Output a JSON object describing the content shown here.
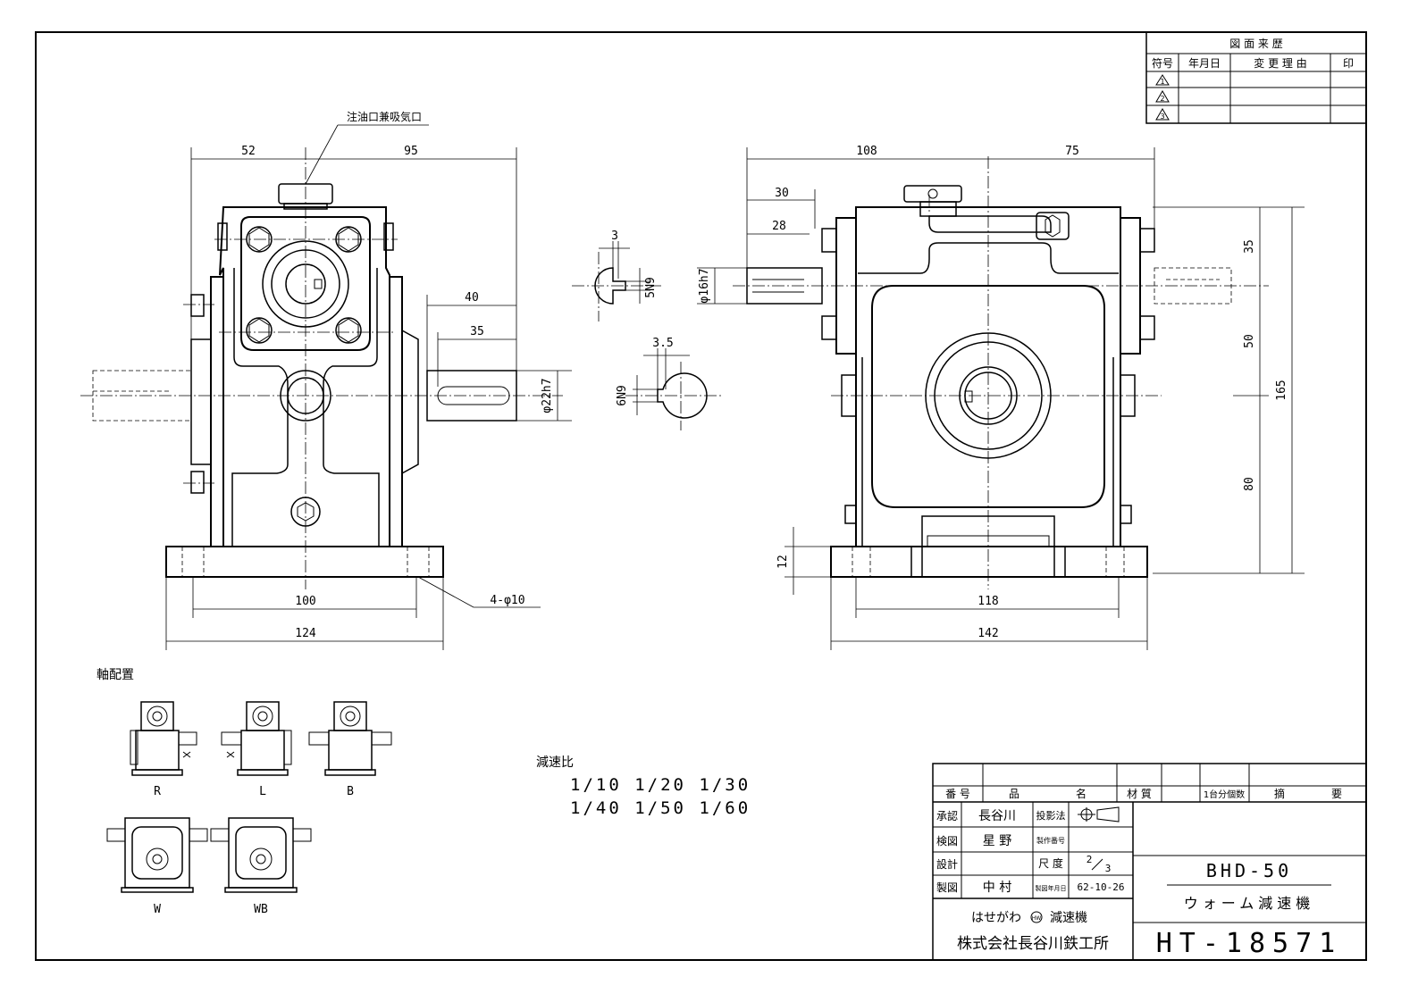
{
  "revision_table": {
    "title": "図 面 来 歴",
    "headers": [
      "符号",
      "年月日",
      "変 更 理 由",
      "印"
    ],
    "marks": [
      "1",
      "2",
      "3"
    ]
  },
  "front_view": {
    "dims": {
      "top_left": "52",
      "top_right": "95",
      "shaft_40": "40",
      "shaft_35": "35",
      "shaft_dia": "φ22h7",
      "base_inner": "100",
      "base_outer": "124",
      "holes": "4-φ10"
    },
    "note_oil": "注油口兼吸気口"
  },
  "side_view": {
    "dims": {
      "top_left": "108",
      "top_right": "75",
      "d30": "30",
      "d28": "28",
      "shaft_dia": "φ16h7",
      "h35": "35",
      "h50": "50",
      "h80": "80",
      "h165": "165",
      "h12": "12",
      "base_inner": "118",
      "base_outer": "142"
    }
  },
  "keyways": {
    "upper": {
      "width": "3",
      "depth": "5N9"
    },
    "lower": {
      "width": "3.5",
      "depth": "6N9"
    }
  },
  "shaft_arrangement": {
    "title": "軸配置",
    "labels": [
      "R",
      "L",
      "B",
      "W",
      "WB"
    ]
  },
  "reduction": {
    "title": "減速比",
    "row1": "1/10 1/20 1/30",
    "row2": "1/40 1/50 1/60"
  },
  "title_block": {
    "headers": [
      "番 号",
      "品",
      "名",
      "材 質",
      "1台分個数",
      "摘",
      "要"
    ],
    "approve_label": "承認",
    "approve_name": "長谷川",
    "check_label": "検図",
    "check_name": "星 野",
    "design_label": "設計",
    "design_name": "",
    "draw_label": "製図",
    "draw_name": "中 村",
    "projection_label": "投影法",
    "serial_label": "製作番号",
    "scale_label": "尺 度",
    "scale_num": "2",
    "scale_den": "3",
    "date_label": "製図年月日",
    "date_value": "62-10-26",
    "product_code": "BHD-50",
    "product_name": "ウォーム減速機",
    "brand": "はせがわ",
    "brand_mark": "HW",
    "brand_tail": "減速機",
    "company": "株式会社長谷川鉄工所",
    "drawing_no": "HT-18571"
  }
}
